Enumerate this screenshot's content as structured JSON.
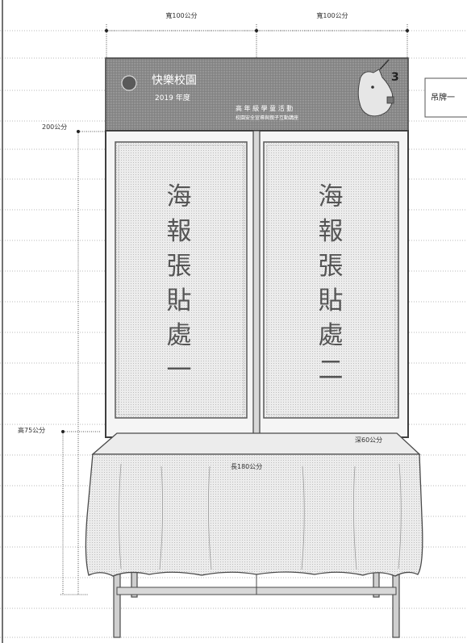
{
  "dimensions": {
    "top_left_width": "寬100公分",
    "top_right_width": "寬100公分",
    "height_total": "200公分",
    "height_table": "高75公分",
    "table_depth": "深60公分",
    "table_width": "長180公分"
  },
  "header": {
    "title": "快樂校園",
    "subtitle": "2019 年度",
    "center_line1": "高 年 級 學 童 活 動",
    "center_line2": "校園安全宣導與親子互動講座"
  },
  "side_label": "吊牌一",
  "posters": [
    {
      "chars": [
        "海",
        "報",
        "張",
        "貼",
        "處",
        "一"
      ]
    },
    {
      "chars": [
        "海",
        "報",
        "張",
        "貼",
        "處",
        "二"
      ]
    }
  ],
  "colors": {
    "header_bg": "#8a8a8a",
    "poster_bg": "#e9e9e9",
    "frame": "#4a4a4a",
    "table_cloth": "#f4f4f4",
    "dim_line": "#555555"
  }
}
